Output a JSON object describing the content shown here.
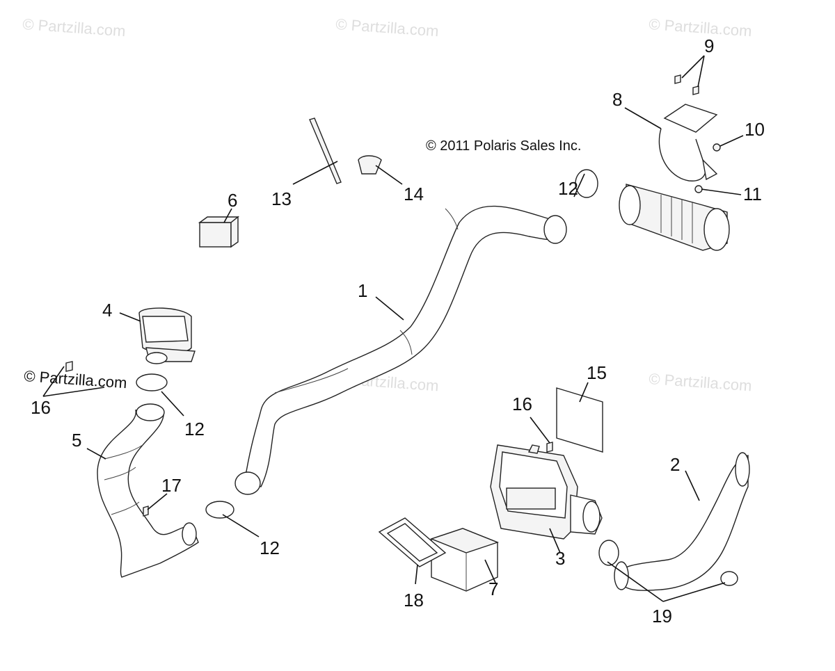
{
  "copyright": "© 2011 Polaris Sales Inc.",
  "watermark": "© Partzilla.com",
  "callouts": [
    {
      "id": "c1",
      "label": "1"
    },
    {
      "id": "c2",
      "label": "2"
    },
    {
      "id": "c3",
      "label": "3"
    },
    {
      "id": "c4",
      "label": "4"
    },
    {
      "id": "c5",
      "label": "5"
    },
    {
      "id": "c6",
      "label": "6"
    },
    {
      "id": "c7",
      "label": "7"
    },
    {
      "id": "c8",
      "label": "8"
    },
    {
      "id": "c9",
      "label": "9"
    },
    {
      "id": "c10",
      "label": "10"
    },
    {
      "id": "c11",
      "label": "11"
    },
    {
      "id": "c12a",
      "label": "12"
    },
    {
      "id": "c12b",
      "label": "12"
    },
    {
      "id": "c12c",
      "label": "12"
    },
    {
      "id": "c13",
      "label": "13"
    },
    {
      "id": "c14",
      "label": "14"
    },
    {
      "id": "c15",
      "label": "15"
    },
    {
      "id": "c16a",
      "label": "16"
    },
    {
      "id": "c16b",
      "label": "16"
    },
    {
      "id": "c17",
      "label": "17"
    },
    {
      "id": "c18",
      "label": "18"
    },
    {
      "id": "c19",
      "label": "19"
    }
  ]
}
